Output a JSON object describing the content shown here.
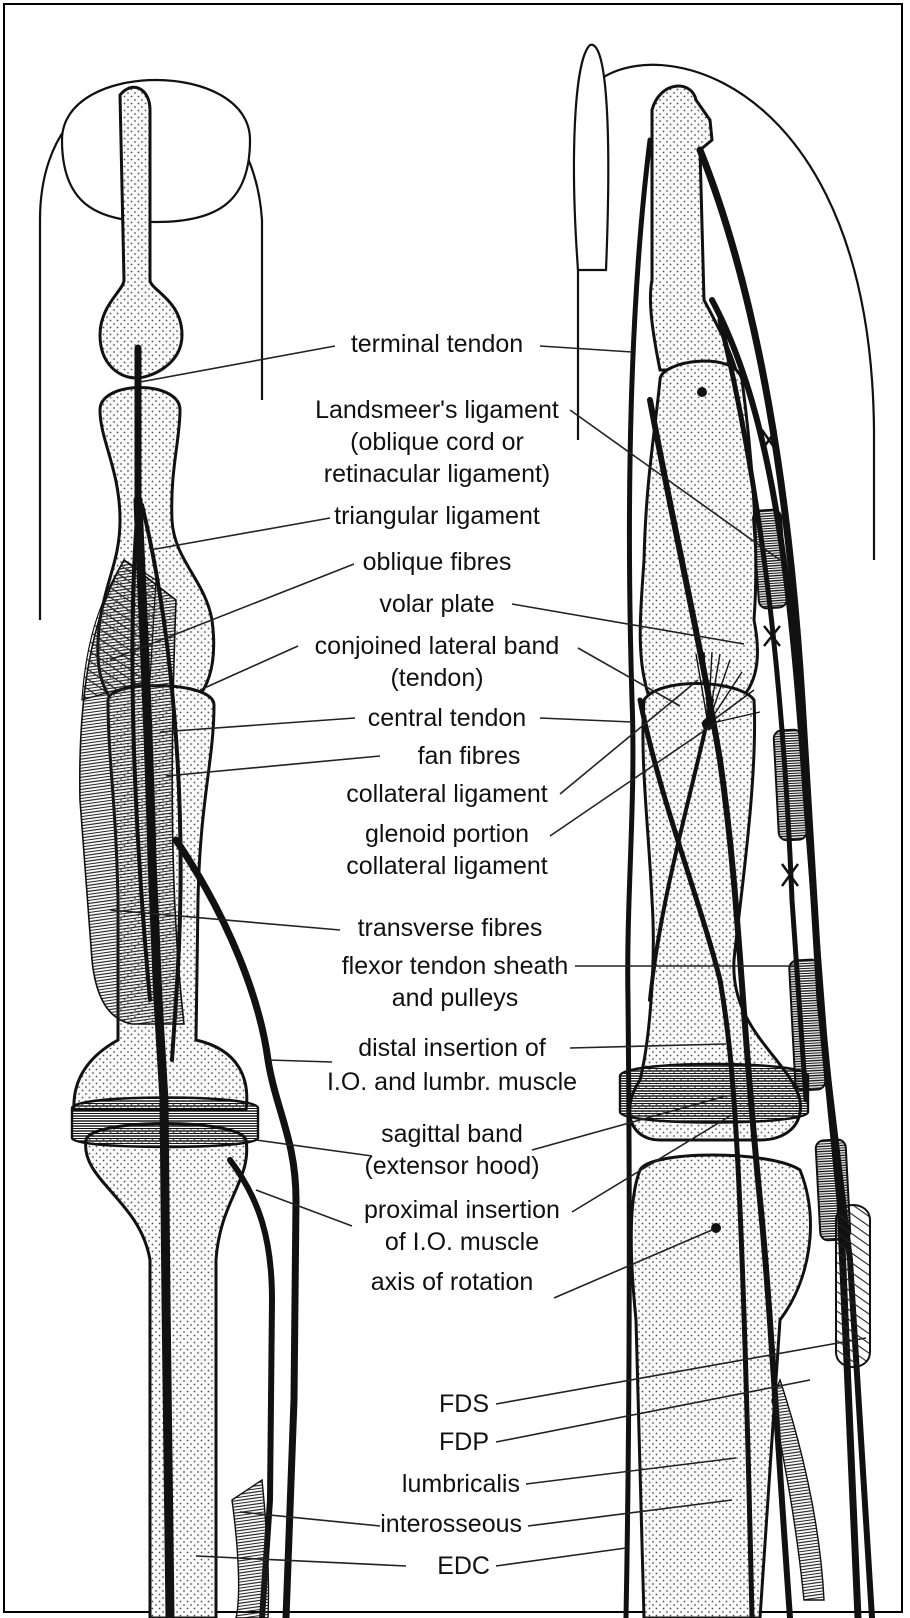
{
  "labels": {
    "terminal_tendon": "terminal tendon",
    "landsmeer_1": "Landsmeer's ligament",
    "landsmeer_2": "(oblique cord or",
    "landsmeer_3": "retinacular ligament)",
    "triangular_ligament": "triangular ligament",
    "oblique_fibres": "oblique fibres",
    "volar_plate": "volar plate",
    "conjoined_1": "conjoined lateral band",
    "conjoined_2": "(tendon)",
    "central_tendon": "central tendon",
    "fan_fibres": "fan fibres",
    "collateral_ligament": "collateral ligament",
    "glenoid_1": "glenoid portion",
    "glenoid_2": "collateral ligament",
    "transverse_fibres": "transverse fibres",
    "flexor_1": "flexor tendon sheath",
    "flexor_2": "and pulleys",
    "distal_1": "distal insertion of",
    "distal_2": "I.O. and lumbr. muscle",
    "sagittal_1": "sagittal band",
    "sagittal_2": "(extensor hood)",
    "proximal_1": "proximal insertion",
    "proximal_2": "of I.O. muscle",
    "axis_of_rotation": "axis of rotation",
    "fds": "FDS",
    "fdp": "FDP",
    "lumbricalis": "lumbricalis",
    "interosseous": "interosseous",
    "edc": "EDC"
  }
}
